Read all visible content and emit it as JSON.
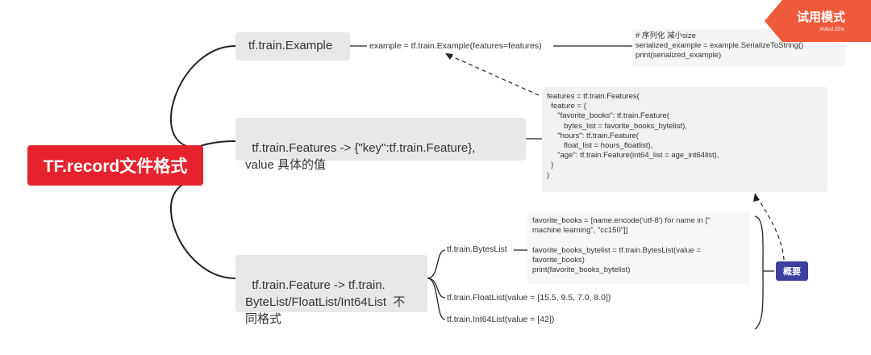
{
  "root": {
    "label": "TF.record文件格式"
  },
  "branches": [
    {
      "label": "tf.train.Example"
    },
    {
      "label": "tf.train.Features -> {\"key\":tf.train.Feature},\nvalue 具体的值"
    },
    {
      "label": "tf.train.Feature -> tf.train.\nByteList/FloatList/Int64List  不\n同格式"
    }
  ],
  "example_code": "example = tf.train.Example(features=features)",
  "serialize_code": "# 序列化 减小size\nserialized_example = example.SerializeToString()\nprint(serialized_example)",
  "features_code": "features = tf.train.Features(\n  feature = {\n     \"favorite_books\": tf.train.Feature(\n        bytes_list = favorite_books_bytelist),\n     \"hours\": tf.train.Feature(\n        float_list = hours_floatlist),\n     \"age\": tf.train.Feature(int64_list = age_int64list),\n  }\n)",
  "sub_leaves": {
    "bytes_list": "tf.train.BytesList",
    "float_list": "tf.train.FloatList(value = [15.5, 9.5, 7.0, 8.0])",
    "int64_list": "tf.train.Int64List(value = [42])"
  },
  "bytes_code": "favorite_books = [name.encode('utf-8') for name in [\"\nmachine learning\", \"cc150\"]]\n\nfavorite_books_bytelist = tf.train.BytesList(value =\nfavorite_books)\nprint(favorite_books_bytelist)",
  "summary_badge": "概要",
  "trial_mark": {
    "main": "试用模式",
    "sub": "XMind ZEN"
  },
  "colors": {
    "root": "#e5222d",
    "branch_bg": "#e8e8e8",
    "badge": "#3e3fa1",
    "line": "#222222"
  }
}
